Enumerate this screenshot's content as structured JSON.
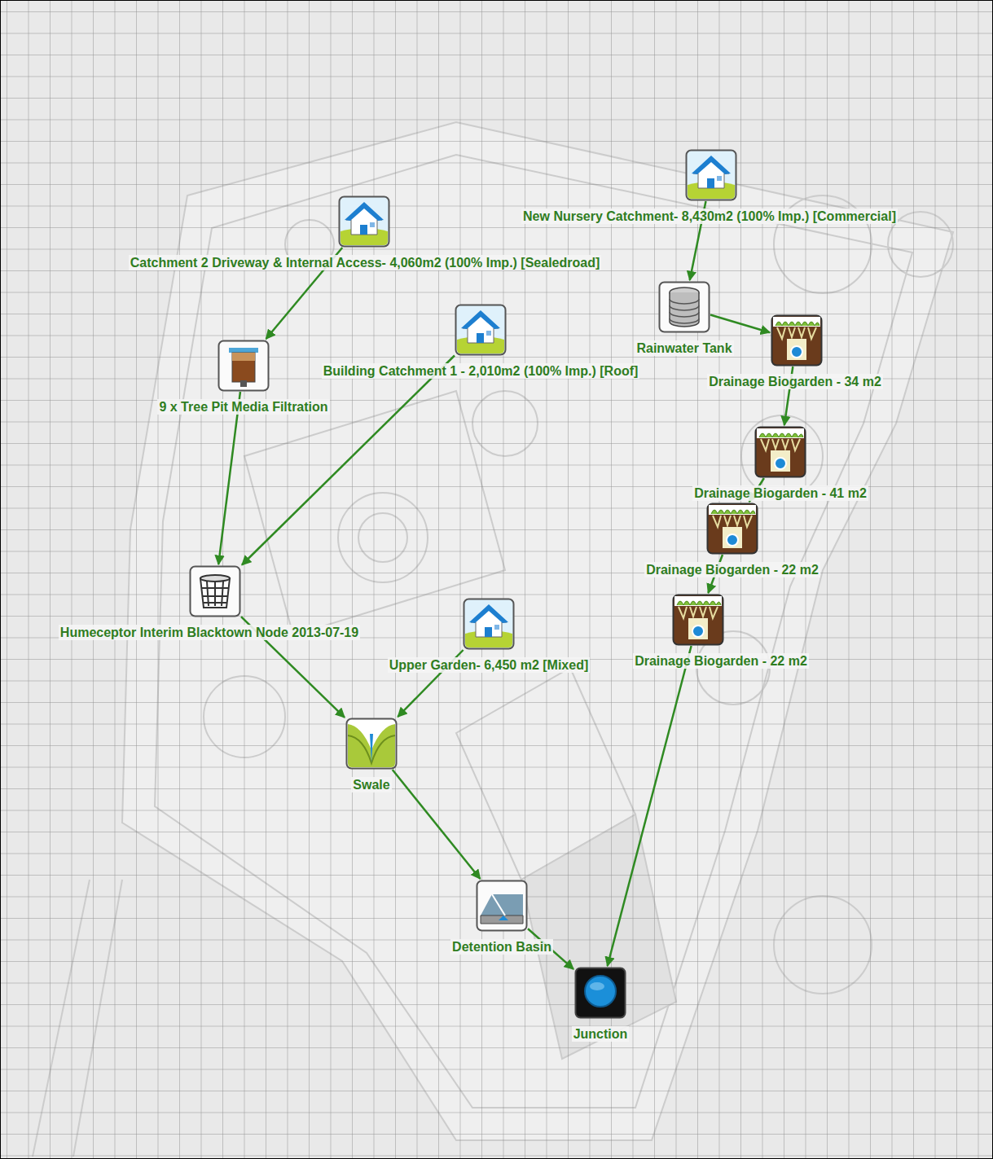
{
  "diagram": {
    "nodes": [
      {
        "text": [
          "New Nursery Catchment- 8,430m2 (100% Imp.) [Commercial]"
        ]
      },
      {
        "text": [
          "Catchment 2 Driveway & Internal Access- 4,060m2 (100% Imp.) [Sealedroad]"
        ]
      },
      {
        "text": [
          "Rainwater Tank"
        ]
      },
      {
        "text": [
          "Building Catchment 1 - 2,010m2 (100% Imp.) [Roof]"
        ]
      },
      {
        "text": [
          "9 x Tree Pit Media Filtration"
        ]
      },
      {
        "text": [
          "Drainage Biogarden - 34 m2"
        ]
      },
      {
        "text": [
          "Drainage Biogarden - 41 m2"
        ]
      },
      {
        "text": [
          "Drainage Biogarden - 22 m2"
        ]
      },
      {
        "text": [
          "Humeceptor Interim Blacktown Node 2013-07-19"
        ]
      },
      {
        "text": [
          "Upper Garden- 6,450 m2 [Mixed]"
        ]
      },
      {
        "text": [
          "Drainage Biogarden - 22 m2"
        ]
      },
      {
        "text": [
          "Swale"
        ]
      },
      {
        "text": [
          "Detention Basin"
        ]
      },
      {
        "text": [
          "Junction"
        ]
      }
    ],
    "edges": [
      {
        "from": 0,
        "to": 2,
        "arrow": "to"
      },
      {
        "from": 1,
        "to": 4,
        "arrow": "to"
      },
      {
        "from": 2,
        "to": 5,
        "arrow": "to"
      },
      {
        "from": 3,
        "to": 8,
        "arrow": "to"
      },
      {
        "from": 4,
        "to": 8,
        "arrow": "to"
      },
      {
        "from": 5,
        "to": 6,
        "arrow": "to"
      },
      {
        "from": 6,
        "to": 7,
        "arrow": "to"
      },
      {
        "from": 7,
        "to": 10,
        "arrow": "to"
      },
      {
        "from": 8,
        "to": 11,
        "arrow": "to"
      },
      {
        "from": 9,
        "to": 11,
        "arrow": "to"
      },
      {
        "from": 10,
        "to": 13,
        "arrow": "to"
      },
      {
        "from": 11,
        "to": 12,
        "arrow": "to"
      },
      {
        "from": 12,
        "to": 13,
        "arrow": "to"
      }
    ]
  }
}
